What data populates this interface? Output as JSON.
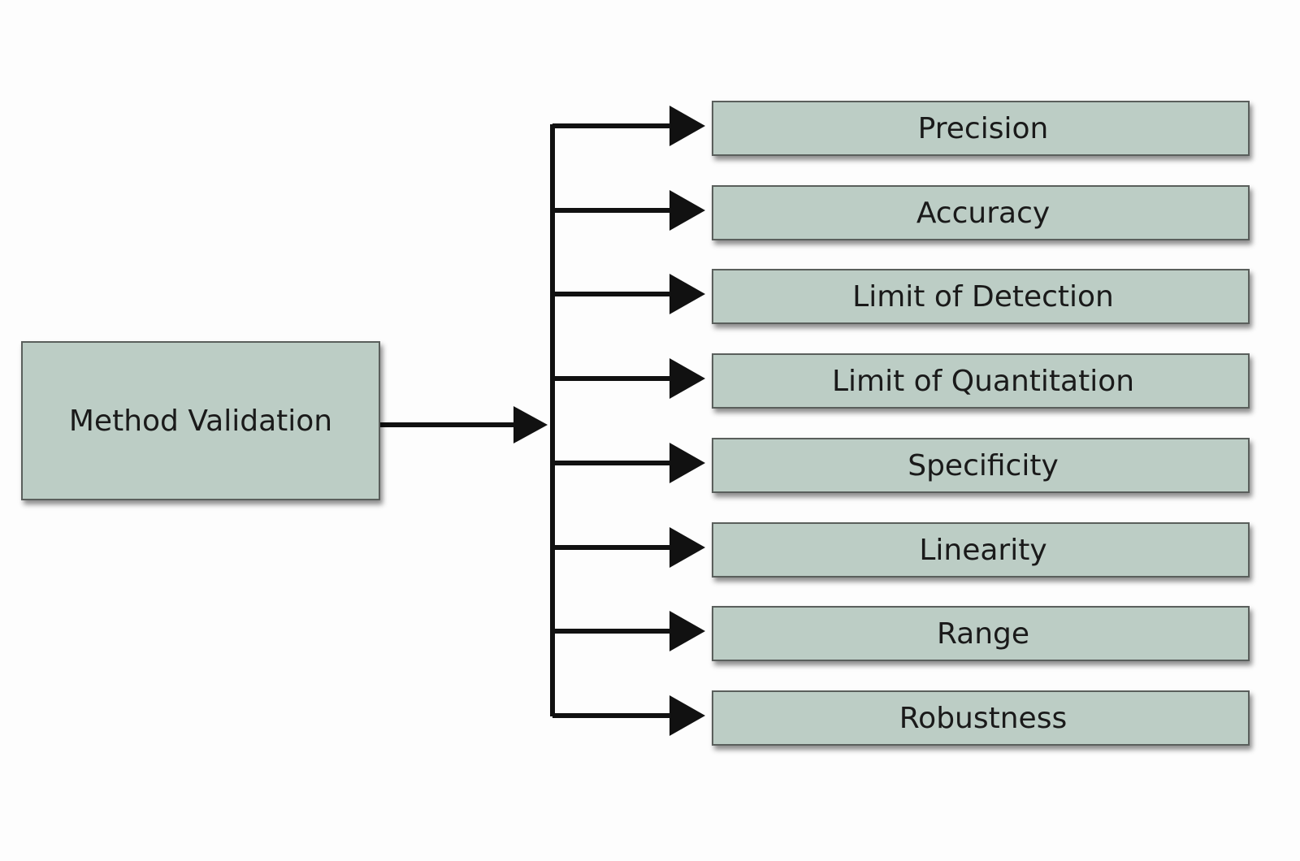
{
  "diagram": {
    "root": {
      "label": "Method Validation"
    },
    "children": [
      {
        "label": "Precision"
      },
      {
        "label": "Accuracy"
      },
      {
        "label": "Limit of Detection"
      },
      {
        "label": "Limit of Quantitation"
      },
      {
        "label": "Specificity"
      },
      {
        "label": "Linearity"
      },
      {
        "label": "Range"
      },
      {
        "label": "Robustness"
      }
    ]
  },
  "colors": {
    "box_fill": "#bccdc5",
    "box_border": "#5a5f5c",
    "arrow": "#111111",
    "background": "#fdfdfd"
  }
}
